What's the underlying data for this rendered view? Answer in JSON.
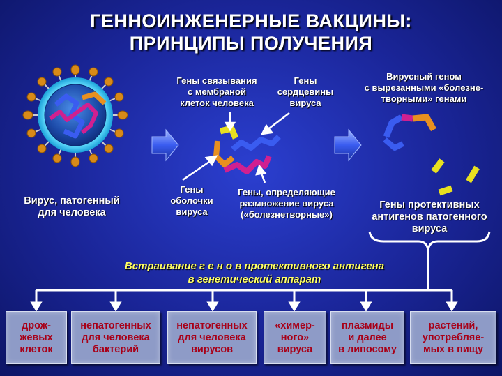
{
  "title": {
    "line1": "ГЕННОИНЖЕНЕРНЫЕ ВАКЦИНЫ:",
    "line2": "ПРИНЦИПЫ ПОЛУЧЕНИЯ"
  },
  "labels": {
    "virus_pathogenic": [
      "Вирус, патогенный",
      "для человека"
    ],
    "binding_genes": [
      "Гены связывания",
      "с мембраной",
      "клеток человека"
    ],
    "core_genes": [
      "Гены",
      "сердцевины",
      "вируса"
    ],
    "envelope_genes": [
      "Гены",
      "оболочки",
      "вируса"
    ],
    "reproduction_genes": [
      "Гены, определяющие",
      "размножение вируса",
      "(«болезнетворные»)"
    ],
    "viral_genome": [
      "Вирусный геном",
      "с вырезанными «болезне-",
      "творными» генами"
    ],
    "protective_genes": [
      "Гены протективных",
      "антигенов патогенного",
      "вируса"
    ]
  },
  "integration": {
    "line1": "Встраивание  г е н о в  протективного антигена",
    "line2": "в генетический аппарат"
  },
  "targets": [
    {
      "lines": [
        "дрож-",
        "жевых",
        "клеток"
      ]
    },
    {
      "lines": [
        "непатогенных",
        "для человека",
        "бактерий"
      ]
    },
    {
      "lines": [
        "непатогенных",
        "для человека",
        "вирусов"
      ]
    },
    {
      "lines": [
        "«химер-",
        "ного»",
        "вируса"
      ]
    },
    {
      "lines": [
        "плазмиды",
        "и далее",
        "в  липосому"
      ]
    },
    {
      "lines": [
        "растений,",
        "употребляе-",
        "мых в пищу"
      ]
    }
  ],
  "colors": {
    "background": "#1a2598",
    "box_fill": "#8e9bc7",
    "box_text": "#a80018",
    "italic_text": "#ffff66",
    "gene_yellow": "#e8e020",
    "gene_orange": "#e89020",
    "gene_blue": "#3050e8",
    "gene_magenta": "#d02090"
  }
}
